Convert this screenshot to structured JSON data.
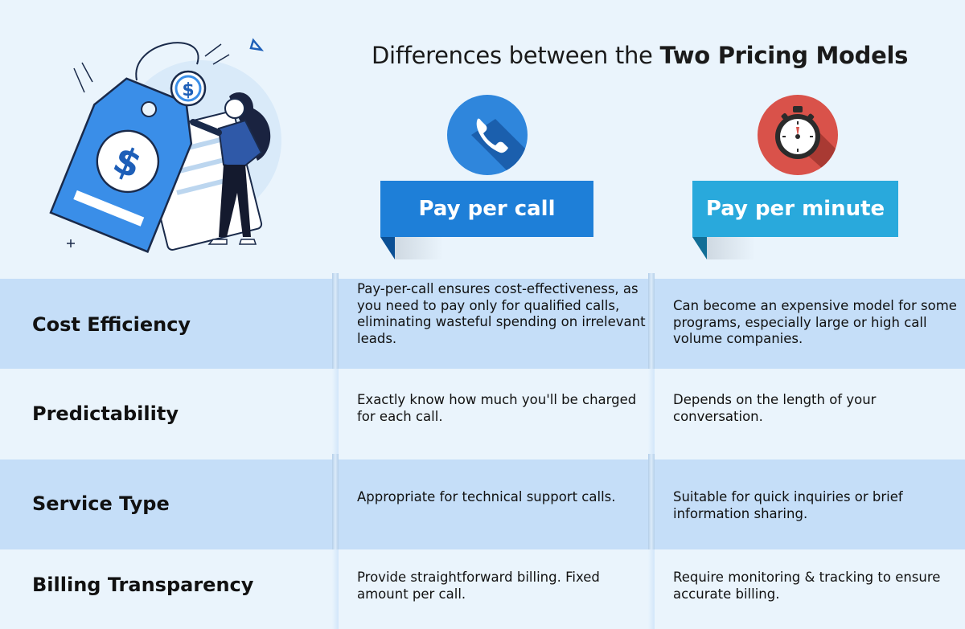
{
  "header": {
    "title_prefix": "Differences between the ",
    "title_bold": "Two Pricing Models"
  },
  "columns": [
    {
      "label": "Pay per call",
      "icon": "phone-icon",
      "color": "#1e7fd8"
    },
    {
      "label": "Pay per minute",
      "icon": "stopwatch-icon",
      "color": "#29a9dc"
    }
  ],
  "rows": [
    {
      "label": "Cost Efficiency",
      "call": "Pay-per-call ensures cost-effectiveness, as you need to pay only for qualified calls, eliminating wasteful spending on irrelevant leads.",
      "minute": "Can become an expensive model for some programs, especially large or high call volume companies."
    },
    {
      "label": "Predictability",
      "call": "Exactly know how much you'll be charged for each call.",
      "minute": "Depends on the length of your conversation."
    },
    {
      "label": "Service Type",
      "call": "Appropriate for technical support calls.",
      "minute": "Suitable for quick inquiries or brief information sharing."
    },
    {
      "label": "Billing Transparency",
      "call": "Provide straightforward billing. Fixed amount per call.",
      "minute": "Require monitoring & tracking to ensure accurate billing."
    }
  ],
  "colors": {
    "background": "#eaf4fc",
    "band": "#c5def8",
    "accent_blue": "#1e7fd8",
    "accent_cyan": "#29a9dc",
    "accent_red": "#d9524a"
  }
}
